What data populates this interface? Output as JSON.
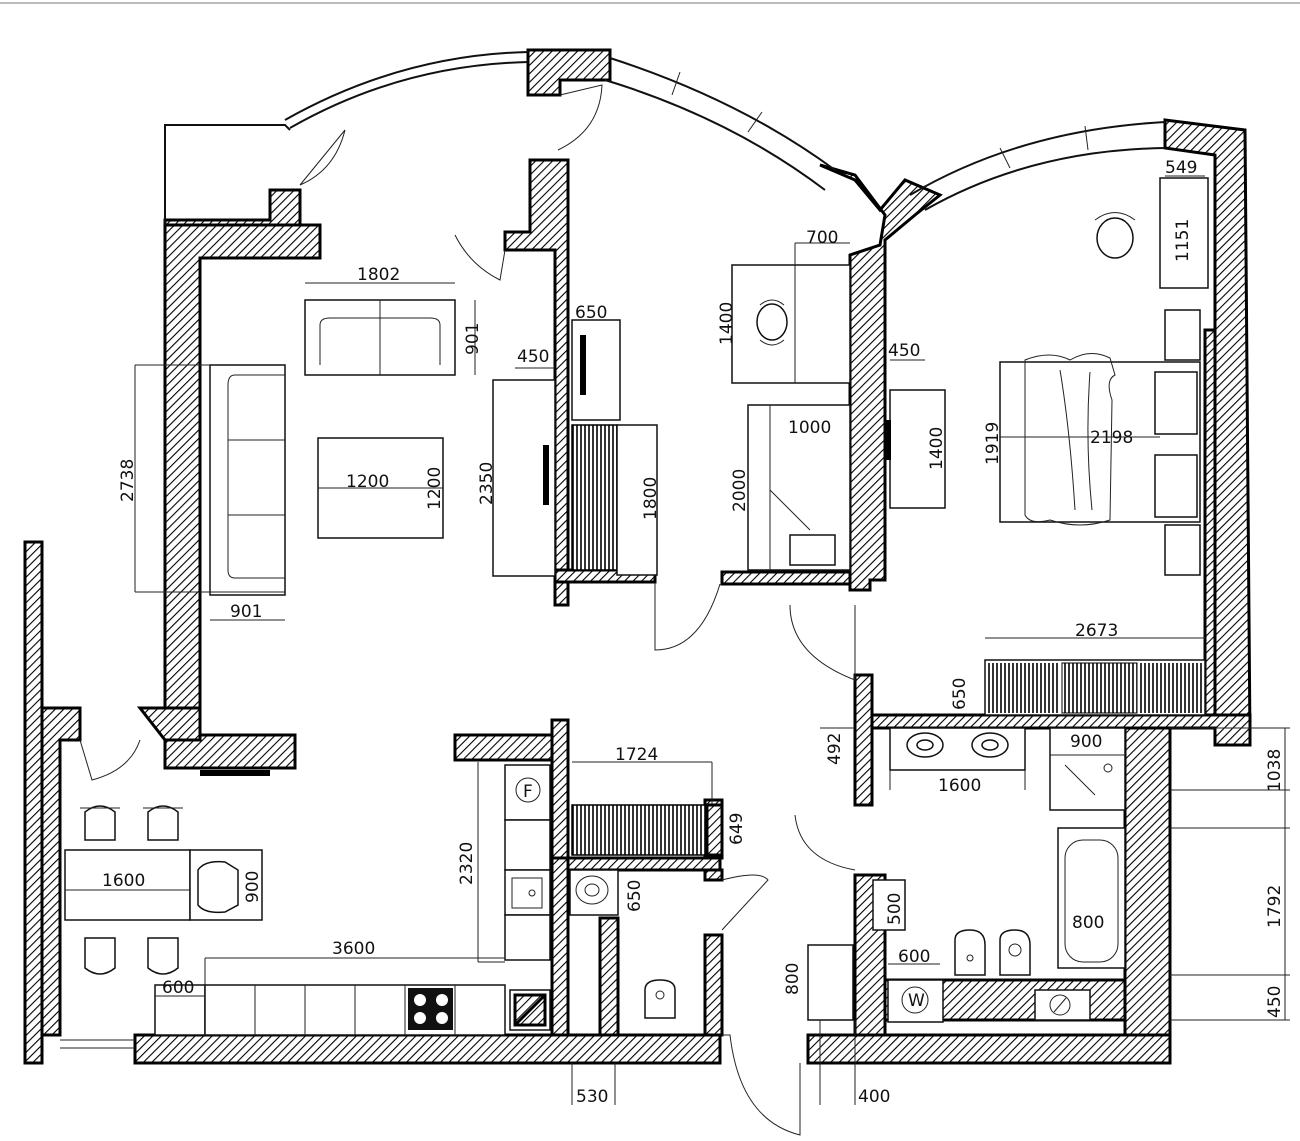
{
  "dimensions": {
    "sofa_top_width": "1802",
    "sofa_top_depth": "901",
    "sofa_left_length": "2738",
    "sofa_left_depth": "901",
    "coffee_table_width": "1200",
    "coffee_table_depth": "1200",
    "tv_unit_height": "2350",
    "tv_unit_depth": "450",
    "wardrobe_hall_width": "650",
    "wardrobe_hall_length": "1800",
    "desk_width": "700",
    "desk_length": "1400",
    "cabinet_width": "1000",
    "cabinet_length": "2000",
    "bedroom_tv_depth": "450",
    "bedroom_tv_length": "1400",
    "vanity_width": "549",
    "vanity_length": "1151",
    "bed_length": "1919",
    "bed_width": "2198",
    "bedroom_wardrobe_length": "2673",
    "bedroom_wardrobe_depth": "650",
    "bathroom_wall": "492",
    "sink_double_width": "1600",
    "shower_width": "900",
    "bathroom_depth": "1038",
    "bath_section": "1792",
    "bathtub_width": "800",
    "bath_bottom": "450",
    "toilet_niche": "500",
    "washer_width": "600",
    "hall_wardrobe_length": "1724",
    "hall_wardrobe_depth": "649",
    "wc_sink_depth": "650",
    "kitchen_column": "2320",
    "dining_table_length": "1600",
    "dining_bench": "900",
    "kitchen_counter": "3600",
    "kitchen_counter_depth": "600",
    "entry_shelf": "800",
    "wc_door": "530",
    "entry_door": "400"
  },
  "symbols": {
    "fridge": "F",
    "washer": "W"
  }
}
